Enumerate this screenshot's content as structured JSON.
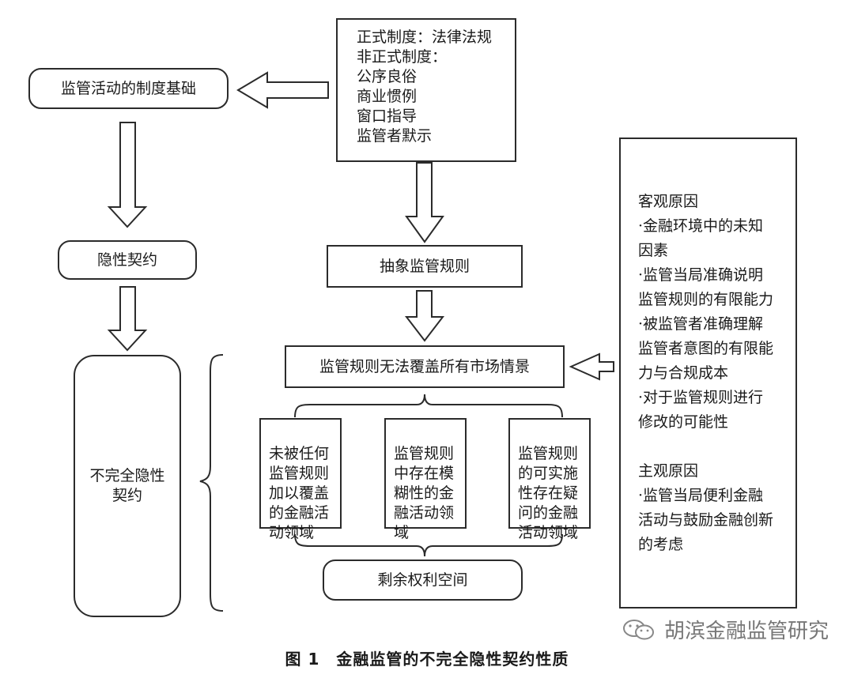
{
  "left": {
    "basis": "监管活动的制度基础",
    "implicit": "隐性契约",
    "incomplete": "不完全隐性\n契约"
  },
  "top_box": {
    "lines": [
      "正式制度：法律法规",
      "非正式制度：",
      "公序良俗",
      "商业惯例",
      "窗口指导",
      "监管者默示"
    ]
  },
  "center": {
    "abstract": "抽象监管规则",
    "cannot_cover": "监管规则无法覆盖所有市场情景",
    "col1": "未被任何\n监管规则\n加以覆盖\n的金融活\n动领域",
    "col2": "监管规则\n中存在模\n糊性的金\n融活动领\n域",
    "col3": "监管规则\n的可实施\n性存在疑\n问的金融\n活动领域",
    "residual": "剩余权利空间"
  },
  "right_box": {
    "lines": [
      "客观原因",
      "·金融环境中的未知",
      "因素",
      "·监管当局准确说明",
      "监管规则的有限能力",
      "·被监管者准确理解",
      "监管者意图的有限能",
      "力与合规成本",
      "·对于监管规则进行",
      "修改的可能性",
      "",
      "主观原因",
      "·监管当局便利金融",
      "活动与鼓励金融创新",
      "的考虑"
    ]
  },
  "caption": "图 1　金融监管的不完全隐性契约性质",
  "watermark": "胡滨金融监管研究",
  "icons": {
    "watermark_icon": "wechat-icon"
  }
}
